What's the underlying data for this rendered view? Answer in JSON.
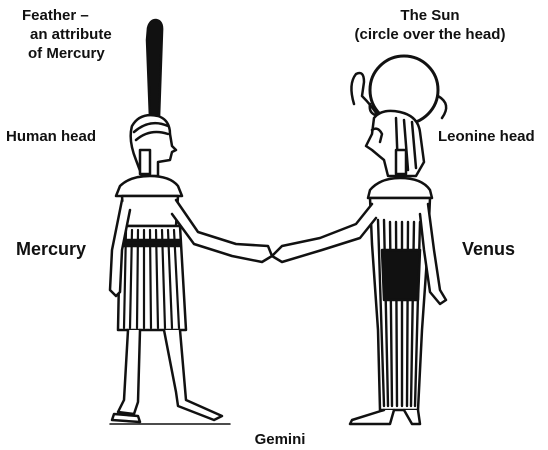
{
  "labels": {
    "feather_line1": "Feather –",
    "feather_line2": "an attribute",
    "feather_line3": "of Mercury",
    "sun_line1": "The Sun",
    "sun_line2": "(circle over the head)",
    "human_head": "Human head",
    "leonine_head": "Leonine head",
    "mercury": "Mercury",
    "venus": "Venus",
    "gemini": "Gemini"
  },
  "colors": {
    "ink": "#111111",
    "paper": "#ffffff"
  }
}
